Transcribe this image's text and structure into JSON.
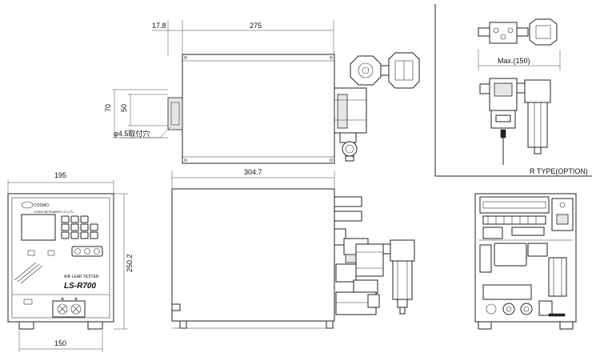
{
  "dimensions": {
    "top_offset": "17.8",
    "top_width": "275",
    "side_h1": "70",
    "side_h2": "50",
    "mount_hole": "φ4.5取付穴",
    "front_width": "195",
    "front_height": "250.2",
    "front_bottom": "150",
    "side_width": "304.7"
  },
  "option": {
    "max_label": "Max.(150)",
    "caption": "R TYPE(OPTION)"
  },
  "front_panel": {
    "brand": "COSMO",
    "company_line": "COSMO INSTRUMENTS CO.,LTD.",
    "product_line": "AIR LEAK TESTER",
    "model": "LS-R700"
  }
}
